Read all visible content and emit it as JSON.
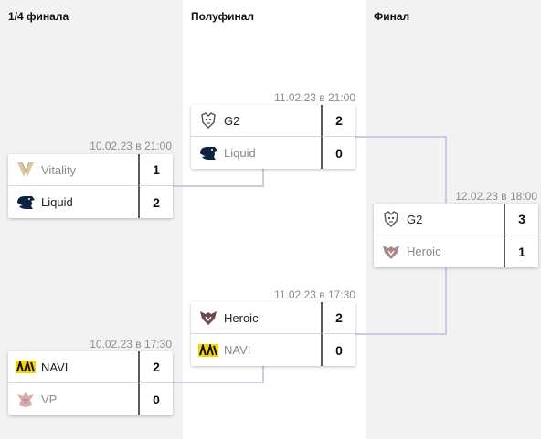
{
  "colors": {
    "line": "#c8cde6",
    "accent": "#111111"
  },
  "rounds": [
    {
      "title": "1/4 финала"
    },
    {
      "title": "Полуфинал"
    },
    {
      "title": "Финал"
    }
  ],
  "matches": {
    "qf1": {
      "datetime": "10.02.23 в 21:00",
      "team1": {
        "name": "Vitality",
        "score": "1",
        "logo": "vitality-bee-icon"
      },
      "team2": {
        "name": "Liquid",
        "score": "2",
        "logo": "liquid-horse-icon"
      }
    },
    "qf2": {
      "datetime": "10.02.23 в 17:30",
      "team1": {
        "name": "NAVI",
        "score": "2",
        "logo": "navi-icon"
      },
      "team2": {
        "name": "VP",
        "score": "0",
        "logo": "vp-bear-icon"
      }
    },
    "sf1": {
      "datetime": "11.02.23 в 21:00",
      "team1": {
        "name": "G2",
        "score": "2",
        "logo": "g2-samurai-icon"
      },
      "team2": {
        "name": "Liquid",
        "score": "0",
        "logo": "liquid-horse-icon"
      }
    },
    "sf2": {
      "datetime": "11.02.23 в 17:30",
      "team1": {
        "name": "Heroic",
        "score": "2",
        "logo": "heroic-icon"
      },
      "team2": {
        "name": "NAVI",
        "score": "0",
        "logo": "navi-icon"
      }
    },
    "final": {
      "datetime": "12.02.23 в 18:00",
      "team1": {
        "name": "G2",
        "score": "3",
        "logo": "g2-samurai-icon"
      },
      "team2": {
        "name": "Heroic",
        "score": "1",
        "logo": "heroic-icon"
      }
    }
  }
}
